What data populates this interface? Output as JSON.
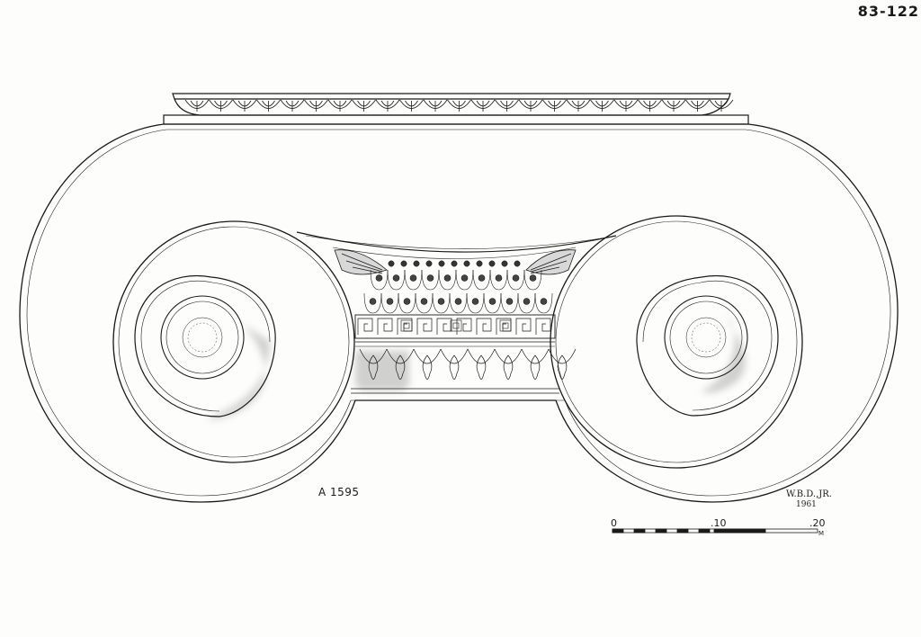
{
  "drawing": {
    "subject": "Ionic capital",
    "reference_number": "83-122",
    "catalog_number": "A 1595",
    "signature": "W.B.D.,JR.",
    "year": "1961"
  },
  "scale_bar": {
    "labels": [
      "0",
      ".10",
      ".20"
    ],
    "unit": "M"
  },
  "colors": {
    "paper": "#fdfdfc",
    "ink": "#1a1a1a",
    "shade": "#b8b8b8"
  }
}
